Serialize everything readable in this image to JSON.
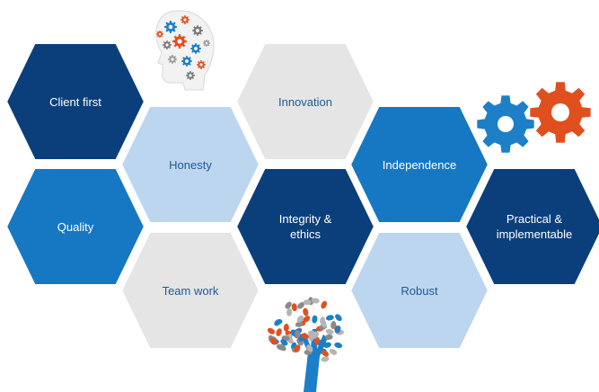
{
  "hexagons": [
    {
      "id": "client-first",
      "label": "Client first",
      "fill": "#0b3f7c",
      "text": "light"
    },
    {
      "id": "quality",
      "label": "Quality",
      "fill": "#1677c3",
      "text": "light"
    },
    {
      "id": "honesty",
      "label": "Honesty",
      "fill": "#bcd6ef",
      "text": "dark"
    },
    {
      "id": "team-work",
      "label": "Team work",
      "fill": "#e5e5e6",
      "text": "dark"
    },
    {
      "id": "innovation",
      "label": "Innovation",
      "fill": "#e5e5e6",
      "text": "dark"
    },
    {
      "id": "integrity-ethics",
      "label": "Integrity &\nethics",
      "fill": "#0b3f7c",
      "text": "light"
    },
    {
      "id": "independence",
      "label": "Independence",
      "fill": "#1677c3",
      "text": "light"
    },
    {
      "id": "robust",
      "label": "Robust",
      "fill": "#bcd6ef",
      "text": "dark"
    },
    {
      "id": "practical",
      "label": "Practical &\nimplementable",
      "fill": "#0b3f7c",
      "text": "light"
    }
  ],
  "colors": {
    "navy": "#0b3f7c",
    "blue": "#1677c3",
    "light_blue": "#bcd6ef",
    "grey": "#e5e5e6",
    "gear_blue": "#1c7fc7",
    "gear_orange": "#e0501f",
    "dark_label": "#1f5a94"
  },
  "icons": [
    "head-gears-icon",
    "gears-icon",
    "hands-tree-icon"
  ]
}
